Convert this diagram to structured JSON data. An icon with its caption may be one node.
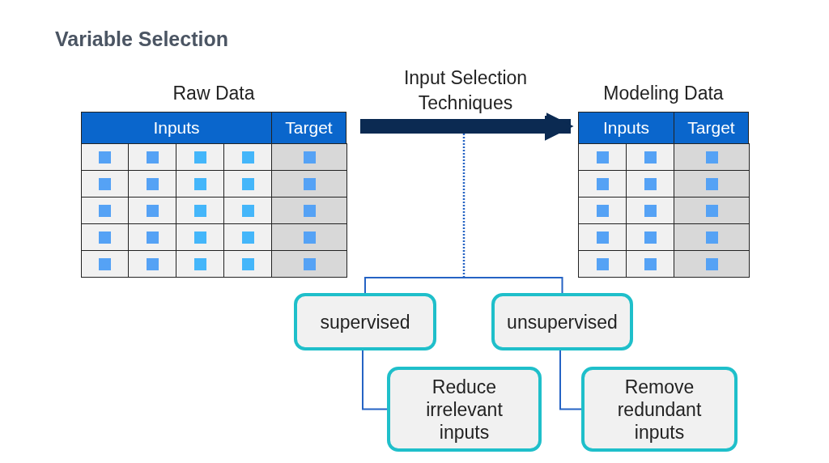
{
  "diagram": {
    "title": "Variable Selection",
    "nodes": [
      {
        "text": [
          "Raw Data",
          "Inputs",
          "Target"
        ]
      },
      {
        "text": [
          "Modeling Data",
          "Inputs",
          "Target"
        ]
      },
      {
        "text": [
          "supervised"
        ]
      },
      {
        "text": [
          "unsupervised"
        ]
      },
      {
        "text": [
          "Reduce irrelevant inputs"
        ]
      },
      {
        "text": [
          "Remove redundant inputs"
        ]
      }
    ],
    "edges": [
      {
        "from": 0,
        "to": 1,
        "arrow": "to",
        "label": "Input Selection Techniques",
        "style": "thick",
        "color": "#0b2a52"
      },
      {
        "from": null,
        "to": 2,
        "arrow": "none",
        "style": "dashed"
      },
      {
        "from": null,
        "to": 3,
        "arrow": "none",
        "style": "dashed"
      },
      {
        "from": 2,
        "to": 4,
        "arrow": "none"
      },
      {
        "from": 3,
        "to": 5,
        "arrow": "none"
      }
    ]
  }
}
